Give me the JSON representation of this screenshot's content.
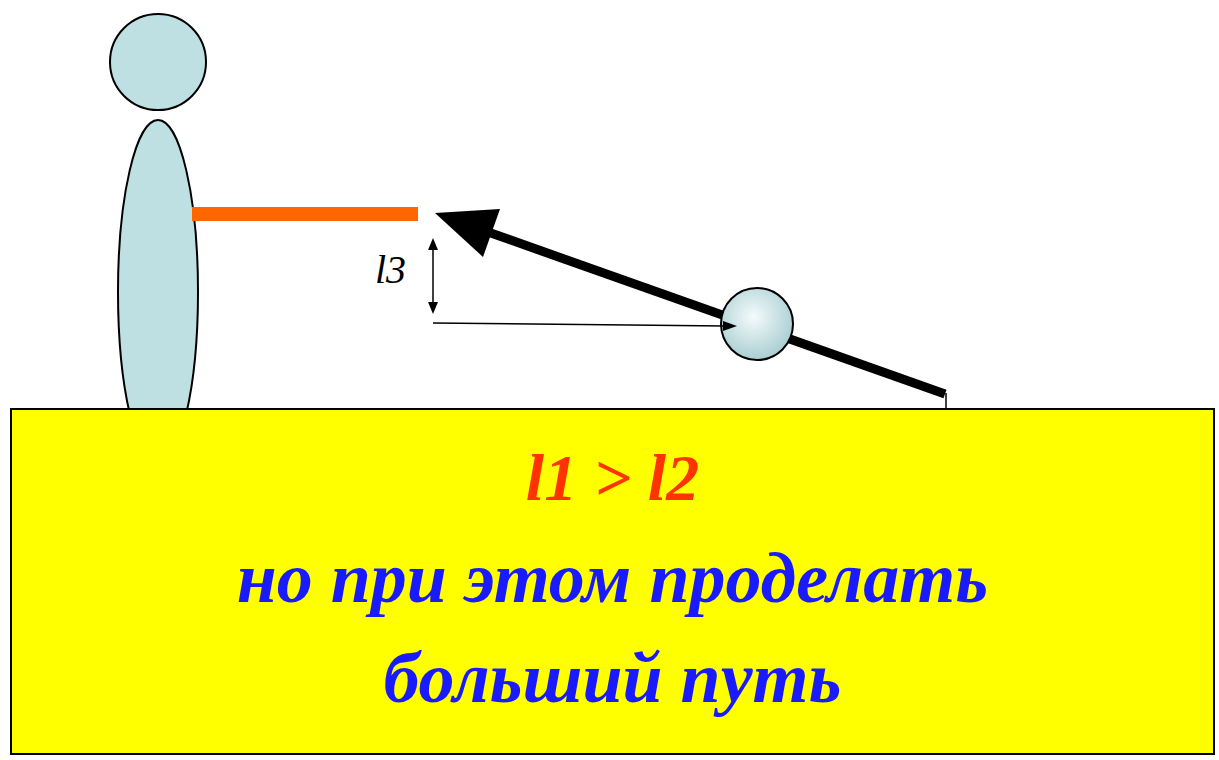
{
  "diagram": {
    "nodes": [
      {
        "text": [
          "l1 > l2",
          "но при этом проделать больший путь"
        ]
      }
    ],
    "labels": [
      "l3"
    ]
  }
}
